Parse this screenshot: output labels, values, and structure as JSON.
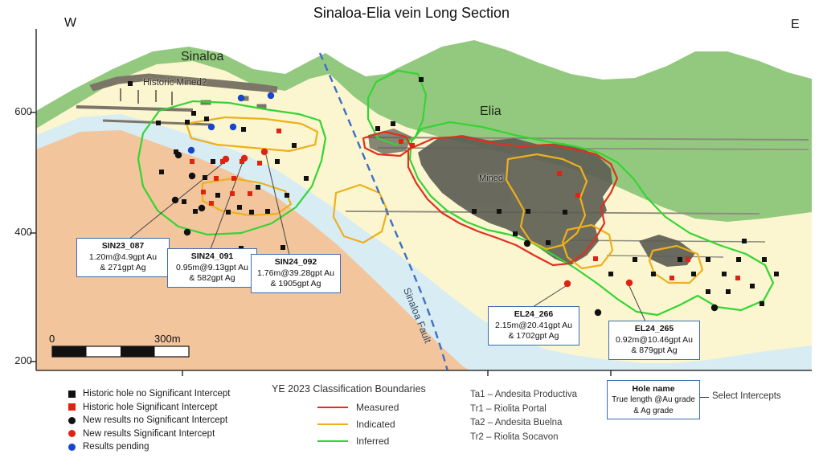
{
  "title": "Sinaloa-Elia vein Long Section",
  "direction_labels": {
    "west": "W",
    "east": "E"
  },
  "axis": {
    "y_ticks": [
      "600",
      "400",
      "200"
    ]
  },
  "region_labels": {
    "sinaloa": "Sinaloa",
    "historic_mined": "Historic Mined?",
    "elia": "Elia",
    "mined": "Mined",
    "fault": "Sinaloa Fault"
  },
  "scale_bar": {
    "start": "0",
    "end": "300m"
  },
  "callouts": [
    {
      "id": "SIN23_087",
      "line1": "1.20m@4.9gpt Au",
      "line2": "& 271gpt Ag"
    },
    {
      "id": "SIN24_091",
      "line1": "0.95m@9.13gpt Au",
      "line2": "& 582gpt Ag"
    },
    {
      "id": "SIN24_092",
      "line1": "1.76m@39.28gpt Au",
      "line2": "& 1905gpt Ag"
    },
    {
      "id": "EL24_266",
      "line1": "2.15m@20.41gpt Au",
      "line2": "& 1702gpt Ag"
    },
    {
      "id": "EL24_265",
      "line1": "0.92m@10.46gpt Au",
      "line2": "& 879gpt Ag"
    }
  ],
  "legend": {
    "items": [
      {
        "label": "Historic hole no Significant Intercept",
        "marker": "black-square"
      },
      {
        "label": "Historic hole Significant Intercept",
        "marker": "red-square"
      },
      {
        "label": "New results no Significant Intercept",
        "marker": "black-circle"
      },
      {
        "label": "New results Significant Intercept",
        "marker": "red-circle"
      },
      {
        "label": "Results pending",
        "marker": "blue-circle"
      }
    ]
  },
  "classification": {
    "title": "YE 2023 Classification Boundaries",
    "items": [
      {
        "label": "Measured",
        "color": "#e0301e"
      },
      {
        "label": "Indicated",
        "color": "#eeb01c"
      },
      {
        "label": "Inferred",
        "color": "#35d435"
      }
    ]
  },
  "rock_types": [
    "Ta1 – Andesita Productiva",
    "Tr1 – Riolita Portal",
    "Ta2 – Andesita Buelna",
    "Tr2 – Riolita Socavon"
  ],
  "hole_key": {
    "line1": "Hole name",
    "line2": "True length @Au grade",
    "line3": "& Ag grade",
    "note": "Select Intercepts"
  },
  "colors": {
    "terrain_green": "#93c97e",
    "unit_yellow": "#fbf6cf",
    "unit_blue": "#d8ecf4",
    "unit_orange": "#f3c59c",
    "fault_blue": "#3f6fc4",
    "measured_red": "#e0301e",
    "indicated_orange": "#eeb01c",
    "inferred_green": "#35d435",
    "callout_border_blue": "#3c6cb4",
    "marker_black": "#111111",
    "marker_red": "#e02212",
    "marker_blue": "#1a44cc",
    "mined_gray": "#5e5e55"
  },
  "points": {
    "historic_no_sig": [
      [
        162,
        104
      ],
      [
        197,
        153
      ],
      [
        241,
        141
      ],
      [
        257,
        148
      ],
      [
        233,
        152
      ],
      [
        303,
        161
      ],
      [
        201,
        214
      ],
      [
        219,
        189
      ],
      [
        229,
        251
      ],
      [
        243,
        263
      ],
      [
        255,
        221
      ],
      [
        265,
        201
      ],
      [
        271,
        243
      ],
      [
        284,
        264
      ],
      [
        298,
        258
      ],
      [
        313,
        264
      ],
      [
        321,
        233
      ],
      [
        333,
        263
      ],
      [
        345,
        201
      ],
      [
        357,
        243
      ],
      [
        366,
        181
      ],
      [
        381,
        222
      ],
      [
        352,
        308
      ],
      [
        300,
        309
      ],
      [
        470,
        160
      ],
      [
        489,
        154
      ],
      [
        524,
        99
      ],
      [
        590,
        263
      ],
      [
        621,
        263
      ],
      [
        641,
        291
      ],
      [
        657,
        263
      ],
      [
        682,
        302
      ],
      [
        703,
        264
      ],
      [
        760,
        341
      ],
      [
        790,
        323
      ],
      [
        813,
        341
      ],
      [
        846,
        323
      ],
      [
        863,
        341
      ],
      [
        881,
        323
      ],
      [
        901,
        341
      ],
      [
        919,
        323
      ],
      [
        936,
        356
      ],
      [
        951,
        323
      ],
      [
        966,
        341
      ],
      [
        881,
        363
      ],
      [
        906,
        363
      ],
      [
        926,
        300
      ],
      [
        948,
        378
      ]
    ],
    "historic_sig": [
      [
        239,
        201
      ],
      [
        253,
        239
      ],
      [
        263,
        253
      ],
      [
        277,
        201
      ],
      [
        289,
        241
      ],
      [
        301,
        201
      ],
      [
        311,
        241
      ],
      [
        323,
        203
      ],
      [
        291,
        222
      ],
      [
        269,
        222
      ],
      [
        347,
        163
      ],
      [
        499,
        176
      ],
      [
        513,
        181
      ],
      [
        696,
        216
      ],
      [
        719,
        243
      ],
      [
        741,
        322
      ],
      [
        836,
        346
      ],
      [
        856,
        323
      ],
      [
        918,
        346
      ]
    ],
    "new_no_sig": [
      [
        222,
        193
      ],
      [
        239,
        219
      ],
      [
        251,
        259
      ],
      [
        233,
        289
      ],
      [
        218,
        249
      ],
      [
        656,
        303
      ],
      [
        744,
        389
      ],
      [
        889,
        383
      ]
    ],
    "new_sig": [
      [
        281,
        198
      ],
      [
        304,
        197
      ],
      [
        329,
        189
      ],
      [
        706,
        353
      ],
      [
        783,
        352
      ]
    ],
    "pending": [
      [
        300,
        122
      ],
      [
        337,
        119
      ],
      [
        263,
        158
      ],
      [
        290,
        158
      ],
      [
        238,
        187
      ]
    ]
  }
}
